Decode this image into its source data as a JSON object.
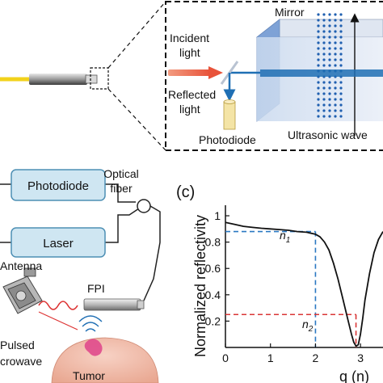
{
  "top_panel": {
    "mirror_label": "Mirror",
    "incident_label_1": "Incident",
    "incident_label_2": "light",
    "reflected_label_1": "Reflected",
    "reflected_label_2": "light",
    "photodiode_label": "Photodiode",
    "ultrasonic_label": "Ultrasonic wave"
  },
  "bottom_left": {
    "photodiode_box": "Photodiode",
    "laser_box": "Laser",
    "optical_fiber_1": "Optical",
    "optical_fiber_2": "fiber",
    "antenna_label": "Antenna",
    "fpi_label": "FPI",
    "pulsed_label": "Pulsed",
    "microwave_label": "crowave",
    "tumor_label": "Tumor"
  },
  "panel_c": {
    "panel_label": "(c)",
    "n1_label": "n",
    "n1_sub": "1",
    "n2_label": "n",
    "n2_sub": "2"
  },
  "colors": {
    "fiber_yellow": "#f2d21b",
    "laser_box_fill": "#cfe6f2",
    "laser_box_stroke": "#4d8fb4",
    "blue_beam": "#1f6fb4",
    "red_beam": "#e8533a",
    "blue_dash": "#2a78c2",
    "red_dash": "#d93636",
    "tumor": "#e04a8c"
  },
  "chart_data": {
    "type": "line",
    "ylabel": "Normalized reflectivity",
    "xlabel": "q (n)",
    "xlim": [
      0,
      3.5
    ],
    "ylim": [
      0,
      1.08
    ],
    "xticks": [
      0,
      1,
      2,
      3
    ],
    "yticks": [
      0.2,
      0.4,
      0.6,
      0.8,
      1
    ],
    "x": [
      0,
      0.2,
      0.4,
      0.6,
      0.8,
      1.0,
      1.2,
      1.4,
      1.6,
      1.8,
      2.0,
      2.1,
      2.2,
      2.3,
      2.4,
      2.5,
      2.6,
      2.7,
      2.8,
      2.85,
      2.9,
      2.95,
      3.0,
      3.05,
      3.1,
      3.2,
      3.3,
      3.4,
      3.5
    ],
    "y": [
      0.95,
      0.935,
      0.92,
      0.912,
      0.905,
      0.9,
      0.895,
      0.89,
      0.88,
      0.875,
      0.86,
      0.84,
      0.8,
      0.74,
      0.64,
      0.52,
      0.38,
      0.24,
      0.1,
      0.04,
      0.01,
      0.02,
      0.1,
      0.22,
      0.36,
      0.56,
      0.72,
      0.82,
      0.88
    ],
    "annotations": [
      {
        "label": "n1",
        "x": 2.0,
        "y": 0.88,
        "color": "blue"
      },
      {
        "label": "n2",
        "x": 2.9,
        "y": 0.25,
        "color": "red"
      }
    ]
  }
}
